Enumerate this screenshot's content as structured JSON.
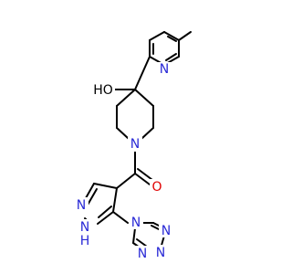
{
  "colors": {
    "carbon_bond": "#000000",
    "nitrogen": "#2a2ad6",
    "oxygen": "#e00000",
    "background": "#ffffff"
  },
  "molecule": {
    "atom_labels": {
      "ho": "HO",
      "n_piperidine": "N",
      "o_carbonyl": "O",
      "n_pyridine": "N",
      "n_pyrazole_top": "N",
      "nh_pyrazole": "N",
      "h_pyrazole": "H",
      "n_tetrazole_1": "N",
      "n_tetrazole_2": "N",
      "n_tetrazole_3": "N",
      "n_tetrazole_4": "N"
    }
  }
}
